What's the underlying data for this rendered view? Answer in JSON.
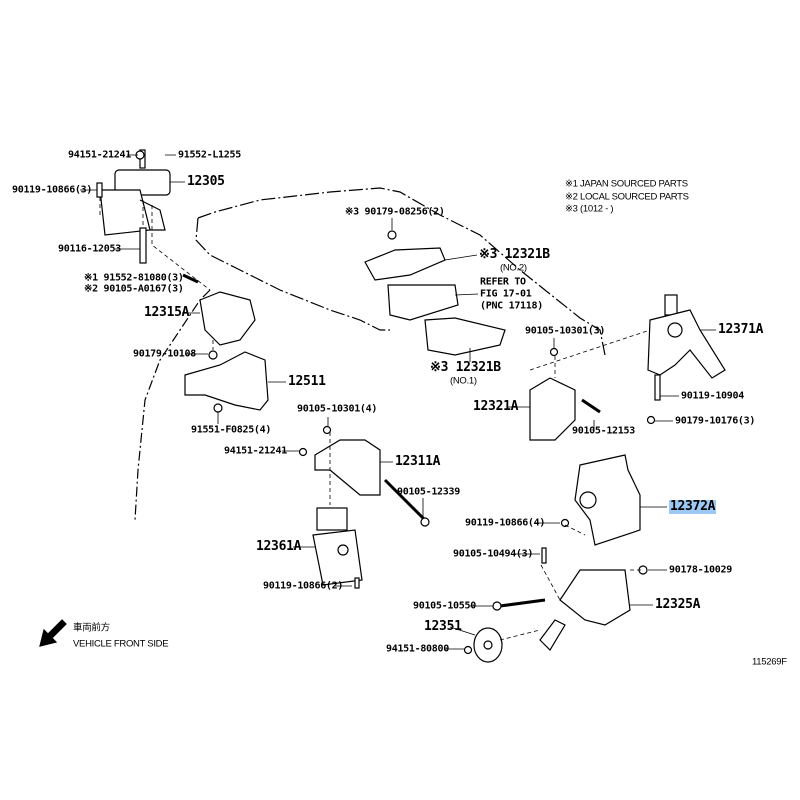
{
  "diagram_id": "115269F",
  "notes": [
    "※1 JAPAN SOURCED PARTS",
    "※2 LOCAL SOURCED PARTS",
    "※3 (1012 -        )"
  ],
  "direction": {
    "jp": "車両前方",
    "en": "VEHICLE FRONT SIDE"
  },
  "refer": {
    "line1": "REFER TO",
    "line2": "FIG 17-01",
    "line3": "(PNC 17118)"
  },
  "highlight_color": "#9cc8f4",
  "parts": {
    "p94151_21241_a": "94151-21241",
    "p91552_L1255": "91552-L1255",
    "p90119_10866_3": "90119-10866(3)",
    "p12305": "12305",
    "p90116_12053": "90116-12053",
    "p91552_81080": "※1 91552-81080(3)",
    "p90105_A0167": "※2 90105-A0167(3)",
    "p12315A": "12315A",
    "p90179_10108": "90179-10108",
    "p12511": "12511",
    "p91551_F0825": "91551-F0825(4)",
    "p90105_10301_4": "90105-10301(4)",
    "p94151_21241_b": "94151-21241",
    "p12311A": "12311A",
    "p90105_12339": "90105-12339",
    "p12361A": "12361A",
    "p90119_10866_2": "90119-10866(2)",
    "p90179_08256": "※3 90179-08256(2)",
    "p12321B_no2": "※3 12321B",
    "no2": "(NO.2)",
    "p12321B_no1": "※3 12321B",
    "no1": "(NO.1)",
    "p90105_10301_3": "90105-10301(3)",
    "p12321A": "12321A",
    "p90105_12153": "90105-12153",
    "p12371A": "12371A",
    "p90119_10904": "90119-10904",
    "p90179_10176": "90179-10176(3)",
    "p12372A": "12372A",
    "p90119_10866_4": "90119-10866(4)",
    "p90105_10494": "90105-10494(3)",
    "p90178_10029": "90178-10029",
    "p90105_10550": "90105-10550",
    "p12325A": "12325A",
    "p12351": "12351",
    "p94151_80800": "94151-80800"
  }
}
